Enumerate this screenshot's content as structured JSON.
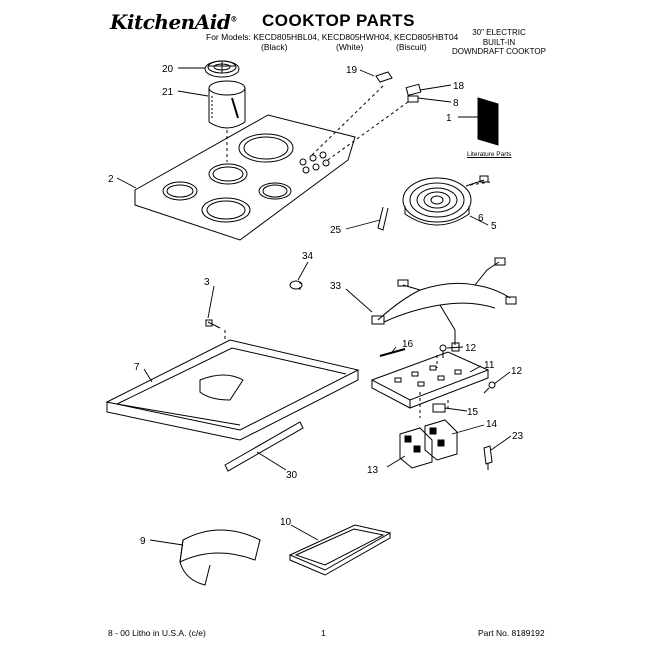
{
  "header": {
    "brand": "KitchenAid",
    "trademark": "®",
    "title": "COOKTOP PARTS",
    "models_prefix": "For Models: ",
    "models": "KECD805HBL04, KECD805HWH04, KECD805HBT04",
    "variants": [
      "(Black)",
      "(White)",
      "(Biscuit)"
    ],
    "product_line1": "30\" ELECTRIC",
    "product_line2": "BUILT-IN",
    "product_line3": "DOWNDRAFT COOKTOP"
  },
  "literature_label": "Literature Parts",
  "callouts": {
    "c1": "1",
    "c2": "2",
    "c3": "3",
    "c5": "5",
    "c6": "6",
    "c7": "7",
    "c8": "8",
    "c9": "9",
    "c10": "10",
    "c11": "11",
    "c12a": "12",
    "c12b": "12",
    "c13": "13",
    "c14": "14",
    "c15": "15",
    "c16": "16",
    "c18": "18",
    "c19": "19",
    "c20": "20",
    "c21": "21",
    "c23": "23",
    "c25": "25",
    "c30": "30",
    "c33": "33",
    "c34": "34"
  },
  "footer": {
    "left": "8 - 00 Litho in U.S.A. (c/e)",
    "page": "1",
    "part_no": "Part No. 8189192"
  }
}
